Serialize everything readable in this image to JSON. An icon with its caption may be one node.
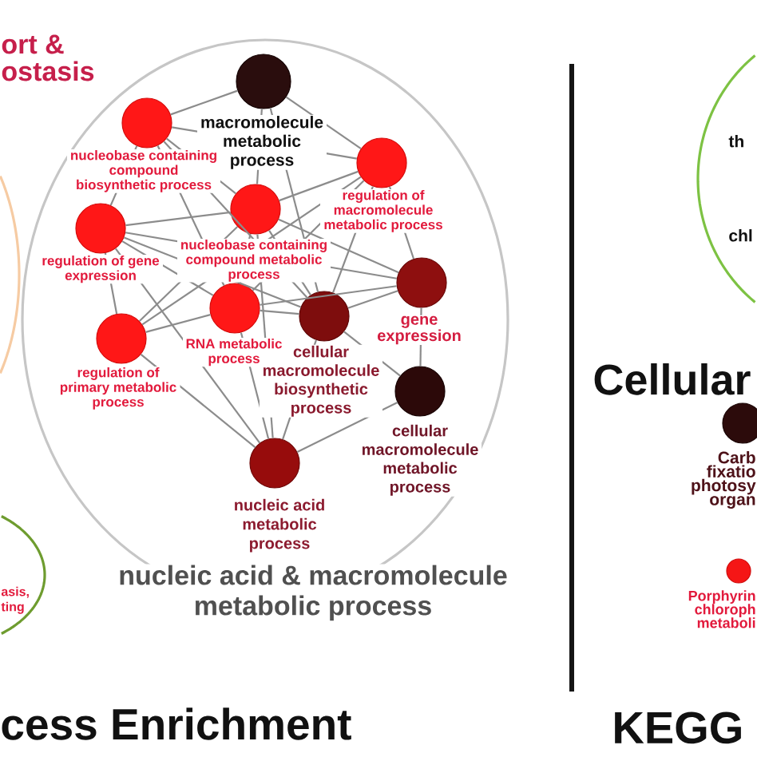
{
  "diagram": {
    "nodes": [
      {
        "text": [],
        "shape": "ellipse"
      },
      {
        "text": [
          "asis, ting"
        ]
      },
      {
        "text": [
          "nucleic acid & macromolecule metabolic process"
        ]
      },
      {
        "text": [],
        "shape": "circle",
        "in": 2,
        "beside": [
          "macromolecule metabolic process"
        ]
      },
      {
        "text": [],
        "shape": "circle",
        "in": 2,
        "beside": [
          "nucleobase containing compound biosynthetic process"
        ]
      },
      {
        "text": [],
        "shape": "circle",
        "in": 2,
        "beside": [
          "regulation of macromolecule metabolic process"
        ]
      },
      {
        "text": [],
        "shape": "circle",
        "in": 2,
        "beside": [
          "regulation of gene expression"
        ]
      },
      {
        "text": [],
        "shape": "circle",
        "in": 2,
        "beside": [
          "nucleobase containing compound metabolic process"
        ]
      },
      {
        "text": [],
        "shape": "circle",
        "in": 2,
        "beside": [
          "gene expression"
        ]
      },
      {
        "text": [],
        "shape": "circle",
        "in": 2,
        "beside": [
          "RNA metabolic process"
        ]
      },
      {
        "text": [],
        "shape": "circle",
        "in": 2,
        "beside": [
          "cellular macromolecule biosynthetic process"
        ]
      },
      {
        "text": [],
        "shape": "circle",
        "in": 2,
        "beside": [
          "regulation of primary metabolic process"
        ]
      },
      {
        "text": [],
        "shape": "circle",
        "in": 2,
        "beside": [
          "cellular macromolecule metabolic process"
        ]
      },
      {
        "text": [],
        "shape": "circle",
        "in": 2,
        "beside": [
          "nucleic acid metabolic process"
        ]
      },
      {
        "text": [
          "th",
          "chl"
        ]
      },
      {
        "text": [],
        "shape": "circle",
        "beside": [
          "Carb fixatio photosy organ"
        ]
      },
      {
        "text": [],
        "shape": "circle",
        "beside": [
          "Porphyrin chloroph metaboli"
        ]
      }
    ],
    "edges": [
      {
        "from": 3,
        "to": 4,
        "arrow": "none"
      },
      {
        "from": 3,
        "to": 5,
        "arrow": "none"
      },
      {
        "from": 3,
        "to": 7,
        "arrow": "none"
      },
      {
        "from": 3,
        "to": 10,
        "arrow": "none"
      },
      {
        "from": 4,
        "to": 5,
        "arrow": "none"
      },
      {
        "from": 4,
        "to": 6,
        "arrow": "none"
      },
      {
        "from": 4,
        "to": 7,
        "arrow": "none"
      },
      {
        "from": 4,
        "to": 9,
        "arrow": "none"
      },
      {
        "from": 4,
        "to": 10,
        "arrow": "none"
      },
      {
        "from": 5,
        "to": 7,
        "arrow": "none"
      },
      {
        "from": 5,
        "to": 8,
        "arrow": "none"
      },
      {
        "from": 5,
        "to": 9,
        "arrow": "none"
      },
      {
        "from": 5,
        "to": 10,
        "arrow": "none"
      },
      {
        "from": 5,
        "to": 11,
        "arrow": "none"
      },
      {
        "from": 6,
        "to": 7,
        "arrow": "none"
      },
      {
        "from": 6,
        "to": 9,
        "arrow": "none"
      },
      {
        "from": 6,
        "to": 10,
        "arrow": "none"
      },
      {
        "from": 6,
        "to": 8,
        "arrow": "none"
      },
      {
        "from": 6,
        "to": 11,
        "arrow": "none"
      },
      {
        "from": 6,
        "to": 13,
        "arrow": "none"
      },
      {
        "from": 7,
        "to": 9,
        "arrow": "none"
      },
      {
        "from": 7,
        "to": 10,
        "arrow": "none"
      },
      {
        "from": 7,
        "to": 11,
        "arrow": "none"
      },
      {
        "from": 7,
        "to": 8,
        "arrow": "none"
      },
      {
        "from": 7,
        "to": 13,
        "arrow": "none"
      },
      {
        "from": 8,
        "to": 9,
        "arrow": "none"
      },
      {
        "from": 8,
        "to": 10,
        "arrow": "none"
      },
      {
        "from": 8,
        "to": 12,
        "arrow": "none"
      },
      {
        "from": 9,
        "to": 10,
        "arrow": "none"
      },
      {
        "from": 9,
        "to": 11,
        "arrow": "none"
      },
      {
        "from": 9,
        "to": 13,
        "arrow": "none"
      },
      {
        "from": 10,
        "to": 12,
        "arrow": "none"
      },
      {
        "from": 10,
        "to": 13,
        "arrow": "none"
      },
      {
        "from": 11,
        "to": 13,
        "arrow": "none"
      },
      {
        "from": 12,
        "to": 13,
        "arrow": "none"
      }
    ],
    "labels": [
      "ort & ostasis",
      "Cellular",
      "cess Enrichment",
      "KEGG"
    ]
  }
}
